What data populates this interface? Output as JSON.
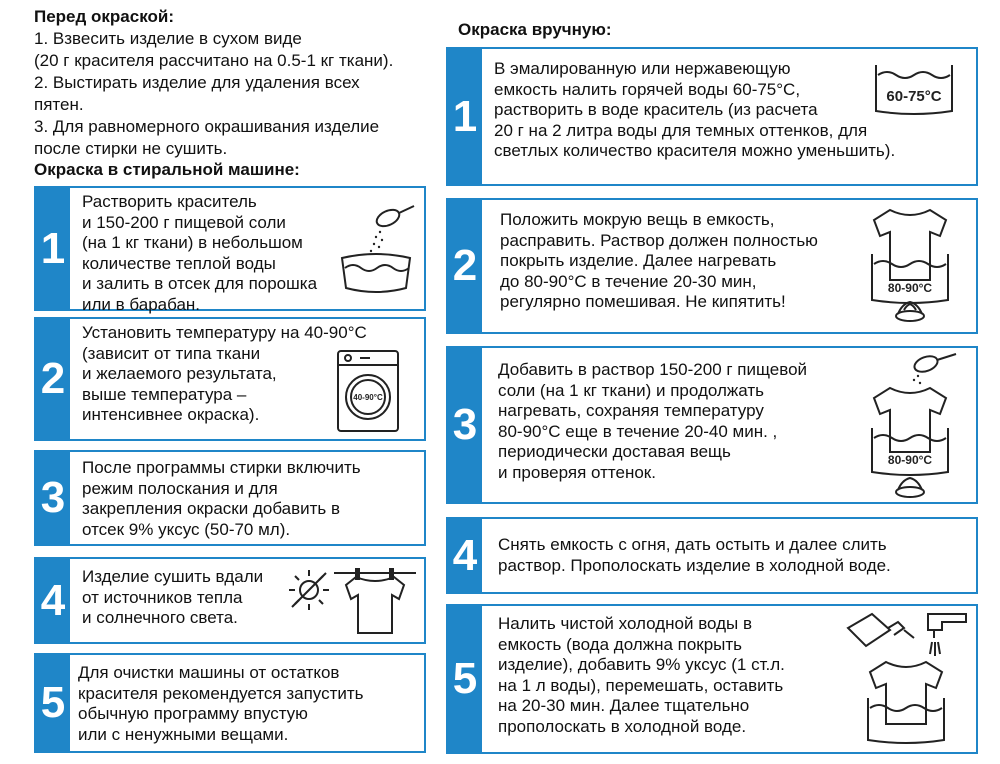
{
  "before": {
    "title": "Перед окраской:",
    "lines": [
      "1. Взвесить изделие в сухом виде",
      "(20 г красителя рассчитано на 0.5-1 кг ткани).",
      "2. Выстирать изделие для удаления всех",
      "пятен.",
      "3. Для равномерного окрашивания изделие",
      "после стирки не сушить."
    ]
  },
  "machine": {
    "title": "Окраска в стиральной машине:",
    "steps": [
      {
        "num": "1",
        "text": "Растворить краситель\nи 150-200 г пищевой соли\n(на 1 кг ткани) в небольшом\nколичестве теплой воды\nи залить в отсек для порошка\nили в барабан."
      },
      {
        "num": "2",
        "text": "Установить температуру на 40-90°С\n(зависит от типа ткани\nи желаемого результата,\nвыше температура –\nинтенсивнее окраска).",
        "badge": "40-90°С"
      },
      {
        "num": "3",
        "text": "После программы стирки включить\nрежим полоскания и для\nзакрепления окраски добавить в\nотсек 9% уксус (50-70 мл)."
      },
      {
        "num": "4",
        "text": "Изделие сушить вдали\nот источников тепла\nи солнечного света."
      },
      {
        "num": "5",
        "text": "Для очистки машины от остатков\nкрасителя рекомендуется запустить\nобычную программу впустую\nили с ненужными вещами."
      }
    ]
  },
  "manual": {
    "title": "Окраска вручную:",
    "steps": [
      {
        "num": "1",
        "text": "В эмалированную или нержавеющую\nемкость налить горячей воды 60-75°С,\nрастворить в воде краситель (из расчета\n20 г на 2 литра воды для темных оттенков, для\nсветлых количество красителя можно уменьшить).",
        "badge": "60-75°С"
      },
      {
        "num": "2",
        "text": "Положить мокрую вещь в емкость,\nрасправить. Раствор должен полностью\nпокрыть изделие. Далее нагревать\nдо 80-90°С в течение 20-30 мин,\nрегулярно помешивая. Не кипятить!",
        "badge": "80-90°С"
      },
      {
        "num": "3",
        "text": "Добавить в раствор 150-200 г пищевой\nсоли (на 1 кг ткани) и продолжать\nнагревать, сохраняя температуру\n80-90°С еще в течение 20-40 мин. ,\nпериодически доставая вещь\nи проверяя оттенок.",
        "badge": "80-90°С"
      },
      {
        "num": "4",
        "text": "Снять емкость с огня, дать остыть и далее слить\nраствор. Прополоскать изделие в холодной воде."
      },
      {
        "num": "5",
        "text": "Налить чистой холодной воды в\nемкость (вода должна покрыть\nизделие), добавить 9% уксус (1 ст.л.\nна 1 л воды), перемешать, оставить\nна 20-30 мин. Далее тщательно\nпрополоскать в холодной воде."
      }
    ]
  },
  "colors": {
    "accent": "#1f86c8",
    "text": "#111111"
  },
  "icons": [
    "salt-spoon-bowl-icon",
    "washing-machine-icon",
    "crossed-sun-icon",
    "drying-tshirt-icon",
    "pot-icon",
    "tshirt-in-pot-icon",
    "burner-flame-icon",
    "vinegar-bottle-icon",
    "faucet-icon"
  ]
}
